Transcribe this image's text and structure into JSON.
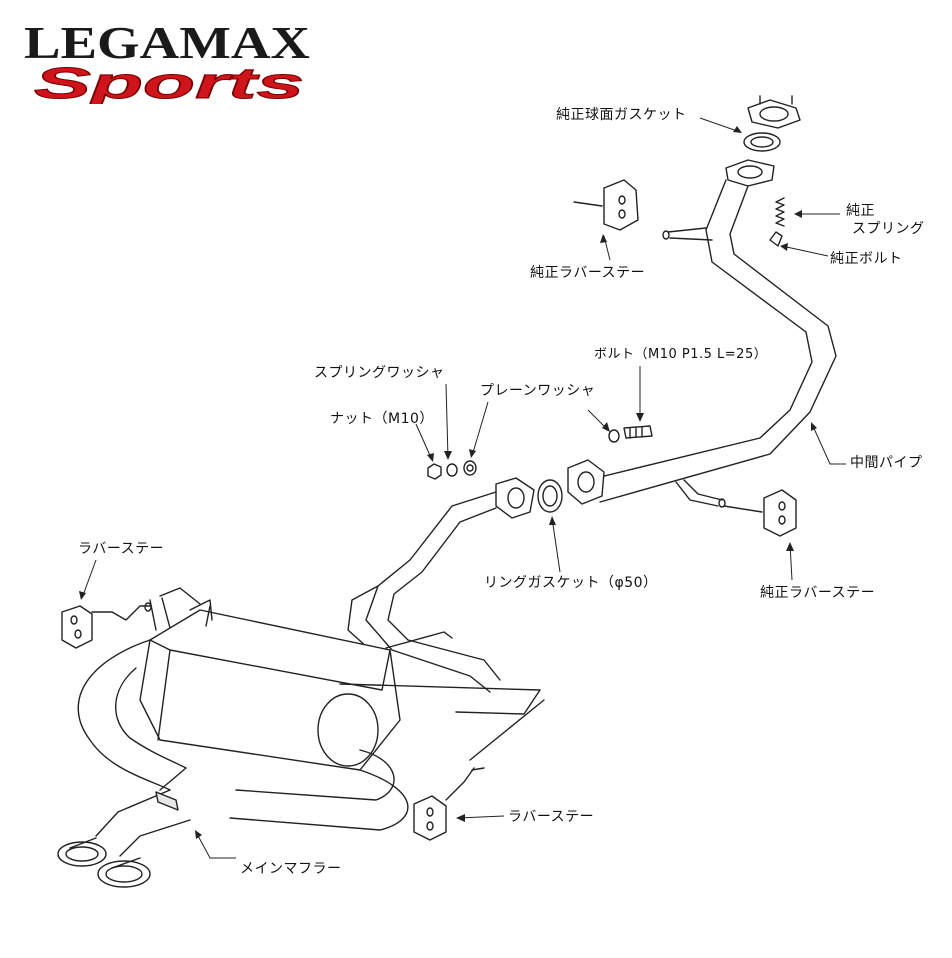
{
  "brand": {
    "line1": "LEGAMAX",
    "line2": "Sports",
    "line1_color": "#1a1a1a",
    "line2_color": "#d0141c"
  },
  "labels": {
    "oem_ball_gasket": "純正球面ガスケット",
    "oem_spring_1": "純正",
    "oem_spring_2": "スプリング",
    "oem_bolt": "純正ボルト",
    "oem_rubber_stay_top": "純正ラバーステー",
    "bolt_spec": "ボルト（M10 P1.5 L=25）",
    "spring_washer": "スプリングワッシャ",
    "plain_washer": "プレーンワッシャ",
    "nut": "ナット（M10）",
    "center_pipe": "中間パイプ",
    "ring_gasket": "リングガスケット（φ50）",
    "oem_rubber_stay_right": "純正ラバーステー",
    "rubber_stay_left": "ラバーステー",
    "rubber_stay_bottom": "ラバーステー",
    "main_muffler": "メインマフラー"
  },
  "colors": {
    "line": "#222222",
    "fill": "#ffffff",
    "shade": "#e6e6e6"
  }
}
